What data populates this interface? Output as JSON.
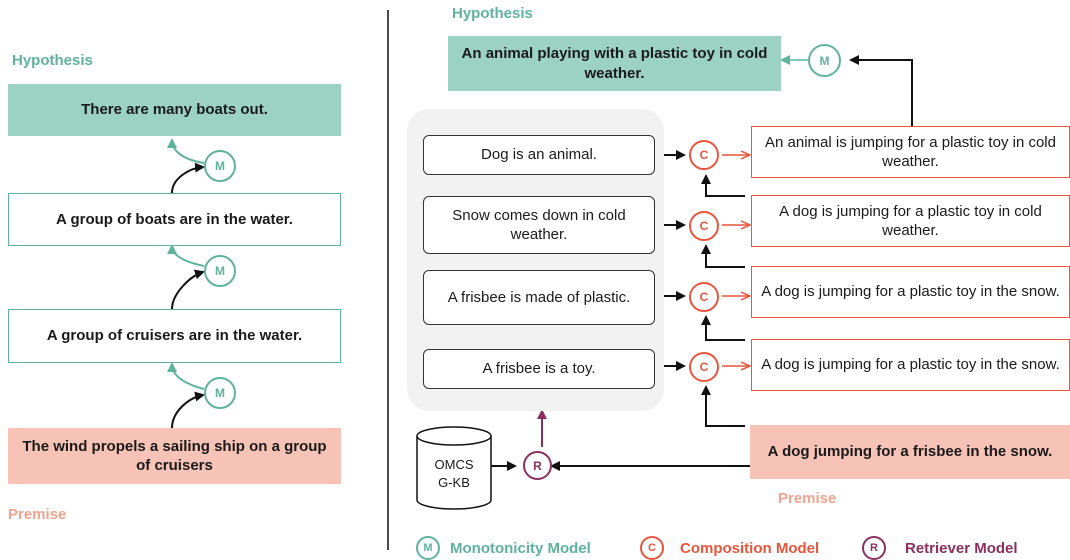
{
  "left": {
    "hypothesis_label": "Hypothesis",
    "premise_label": "Premise",
    "hypothesis": "There are many boats out.",
    "step1": "A group of boats are in the water.",
    "step2": "A group of cruisers are in the water.",
    "premise": "The wind propels a sailing ship on a group of cruisers"
  },
  "right": {
    "hypothesis_label": "Hypothesis",
    "premise_label": "Premise",
    "hypothesis": "An animal playing with a plastic toy in cold weather.",
    "knowledge": [
      "Dog is an animal.",
      "Snow comes down in cold weather.",
      "A frisbee is made of plastic.",
      "A frisbee is a toy."
    ],
    "composed": [
      "An animal is jumping for a plastic toy in cold weather.",
      "A dog is jumping for a plastic toy in cold weather.",
      "A dog is jumping for a plastic toy in the snow.",
      "A dog is jumping for a plastic toy in the snow."
    ],
    "premise": "A dog jumping for a frisbee in the snow.",
    "kb_label": "OMCS\nG-KB"
  },
  "symbols": {
    "m": "M",
    "c": "C",
    "r": "R"
  },
  "legend": {
    "monotonicity": "Monotonicity Model",
    "composition": "Composition Model",
    "retriever": "Retriever Model"
  },
  "colors": {
    "green": "#5fb39a",
    "hypothesis_fill": "#9bd2c2",
    "premise_fill": "#f7c3b6",
    "red": "#e8553c",
    "premise_text": "#f0a38e",
    "purple": "#8b2f5e"
  }
}
